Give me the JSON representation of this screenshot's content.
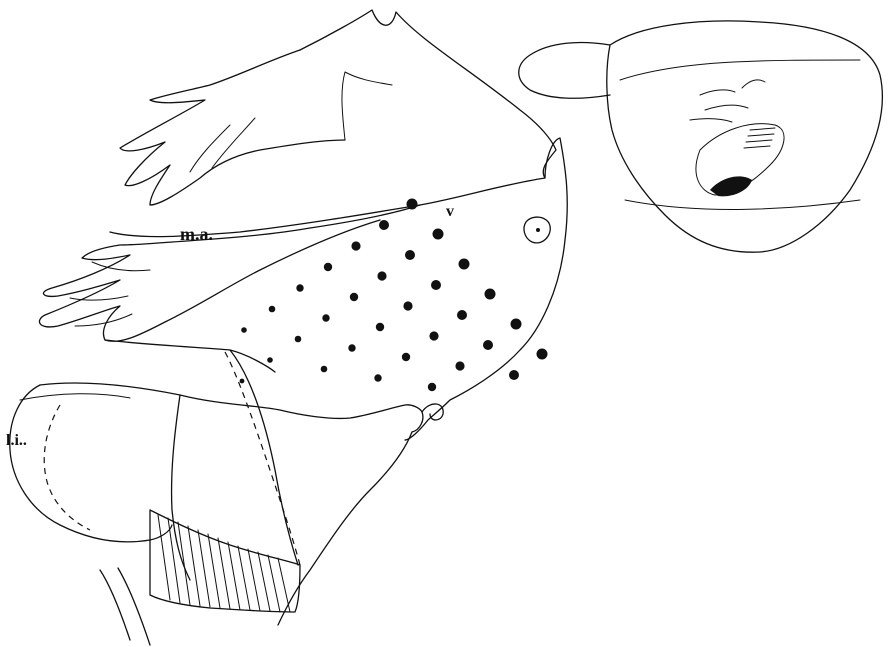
{
  "labels": {
    "ma": "m.a.",
    "v": "v",
    "li": "l.i.."
  }
}
